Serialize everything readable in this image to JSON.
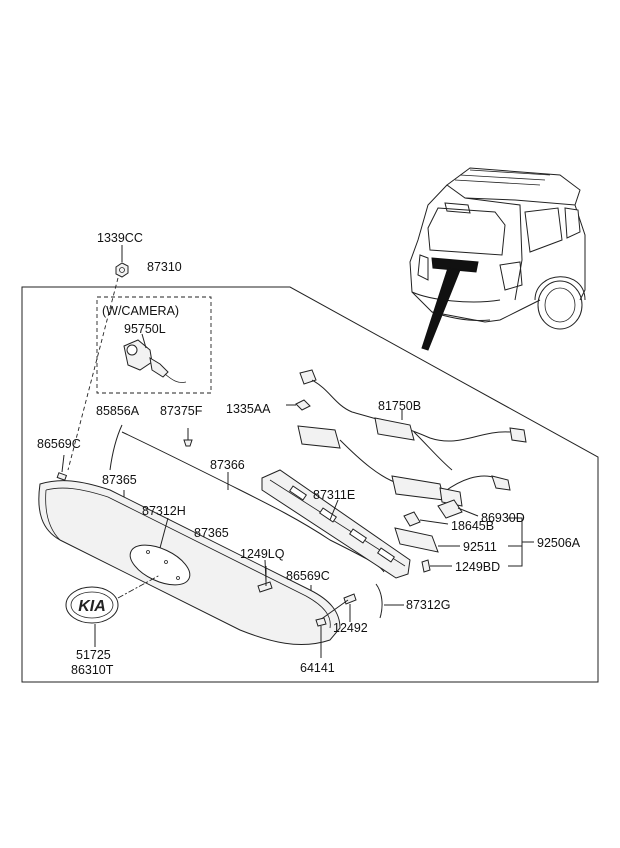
{
  "labels": {
    "p1339CC": "1339CC",
    "p87310": "87310",
    "camera_note": "(W/CAMERA)",
    "p95750L": "95750L",
    "p85856A": "85856A",
    "p87375F": "87375F",
    "p1335AA": "1335AA",
    "p81750B": "81750B",
    "p86569C_left": "86569C",
    "p87365_a": "87365",
    "p87366": "87366",
    "p87311E": "87311E",
    "p87312H": "87312H",
    "p86930D": "86930D",
    "p18645B": "18645B",
    "p87365_b": "87365",
    "p92511": "92511",
    "p92506A": "92506A",
    "p1249LQ": "1249LQ",
    "p1249BD": "1249BD",
    "p86569C_right": "86569C",
    "p87312G": "87312G",
    "p12492": "12492",
    "p51725": "51725",
    "p86310T": "86310T",
    "p64141": "64141"
  },
  "emblem_text": "KIA"
}
